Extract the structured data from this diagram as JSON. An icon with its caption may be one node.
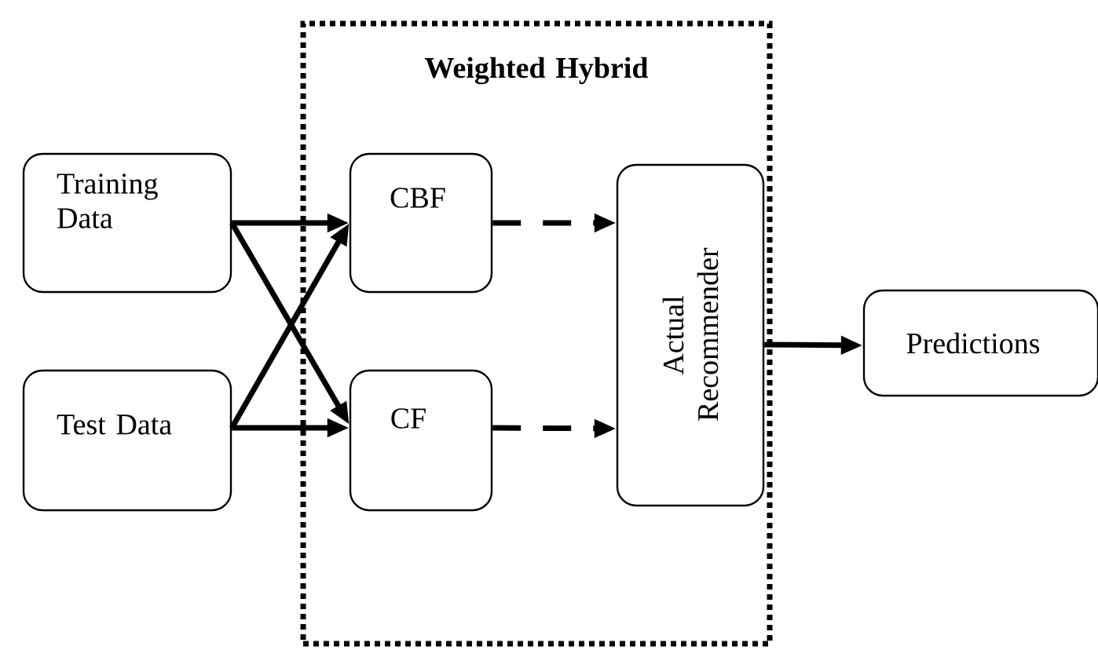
{
  "diagram": {
    "nodes": [
      {
        "text": [
          "Weighted Hybrid"
        ]
      },
      {
        "text": [
          "Training Data"
        ]
      },
      {
        "text": [
          "Test Data"
        ]
      },
      {
        "text": [
          "CBF"
        ],
        "in": 0
      },
      {
        "text": [
          "CF"
        ],
        "in": 0
      },
      {
        "text": [
          "Actual Recommender"
        ],
        "in": 0
      },
      {
        "text": [
          "Predictions"
        ]
      }
    ],
    "edges": [
      {
        "from": 1,
        "to": 3,
        "arrow": "to"
      },
      {
        "from": 1,
        "to": 4,
        "arrow": "to"
      },
      {
        "from": 2,
        "to": 3,
        "arrow": "to"
      },
      {
        "from": 2,
        "to": 4,
        "arrow": "to"
      },
      {
        "from": 3,
        "to": 5,
        "arrow": "to",
        "style": "dashed"
      },
      {
        "from": 4,
        "to": 5,
        "arrow": "to",
        "style": "dashed"
      },
      {
        "from": 5,
        "to": 6,
        "arrow": "to"
      }
    ]
  }
}
